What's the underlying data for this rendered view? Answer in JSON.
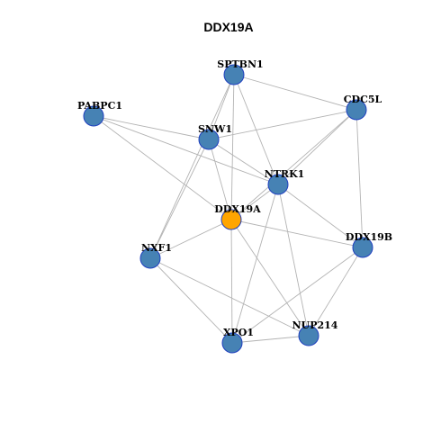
{
  "title": "DDX19A",
  "colors": {
    "query_node": "#ffa500",
    "partner_node": "#4682b4",
    "node_border": "#1f3fbf",
    "edge": "#b3b3b3"
  },
  "nodes": [
    {
      "id": "SPTBN1",
      "label": "SPTBN1",
      "role": "partner"
    },
    {
      "id": "PABPC1",
      "label": "PABPC1",
      "role": "partner"
    },
    {
      "id": "CDC5L",
      "label": "CDC5L",
      "role": "partner"
    },
    {
      "id": "SNW1",
      "label": "SNW1",
      "role": "partner"
    },
    {
      "id": "NTRK1",
      "label": "NTRK1",
      "role": "partner"
    },
    {
      "id": "DDX19A",
      "label": "DDX19A",
      "role": "query"
    },
    {
      "id": "NXF1",
      "label": "NXF1",
      "role": "partner"
    },
    {
      "id": "DDX19B",
      "label": "DDX19B",
      "role": "partner"
    },
    {
      "id": "NUP214",
      "label": "NUP214",
      "role": "partner"
    },
    {
      "id": "XPO1",
      "label": "XPO1",
      "role": "partner"
    }
  ],
  "edges": [
    [
      "SPTBN1",
      "CDC5L"
    ],
    [
      "SPTBN1",
      "SNW1"
    ],
    [
      "SPTBN1",
      "NTRK1"
    ],
    [
      "SPTBN1",
      "DDX19A"
    ],
    [
      "SPTBN1",
      "NXF1"
    ],
    [
      "PABPC1",
      "SNW1"
    ],
    [
      "PABPC1",
      "NTRK1"
    ],
    [
      "PABPC1",
      "DDX19A"
    ],
    [
      "CDC5L",
      "SNW1"
    ],
    [
      "CDC5L",
      "NTRK1"
    ],
    [
      "CDC5L",
      "DDX19A"
    ],
    [
      "CDC5L",
      "DDX19B"
    ],
    [
      "SNW1",
      "NTRK1"
    ],
    [
      "SNW1",
      "DDX19A"
    ],
    [
      "SNW1",
      "NXF1"
    ],
    [
      "NTRK1",
      "DDX19A"
    ],
    [
      "NTRK1",
      "DDX19B"
    ],
    [
      "NTRK1",
      "NUP214"
    ],
    [
      "NTRK1",
      "XPO1"
    ],
    [
      "DDX19A",
      "NXF1"
    ],
    [
      "DDX19A",
      "DDX19B"
    ],
    [
      "DDX19A",
      "NUP214"
    ],
    [
      "DDX19A",
      "XPO1"
    ],
    [
      "NXF1",
      "XPO1"
    ],
    [
      "NXF1",
      "NUP214"
    ],
    [
      "DDX19B",
      "XPO1"
    ],
    [
      "DDX19B",
      "NUP214"
    ],
    [
      "XPO1",
      "NUP214"
    ]
  ]
}
